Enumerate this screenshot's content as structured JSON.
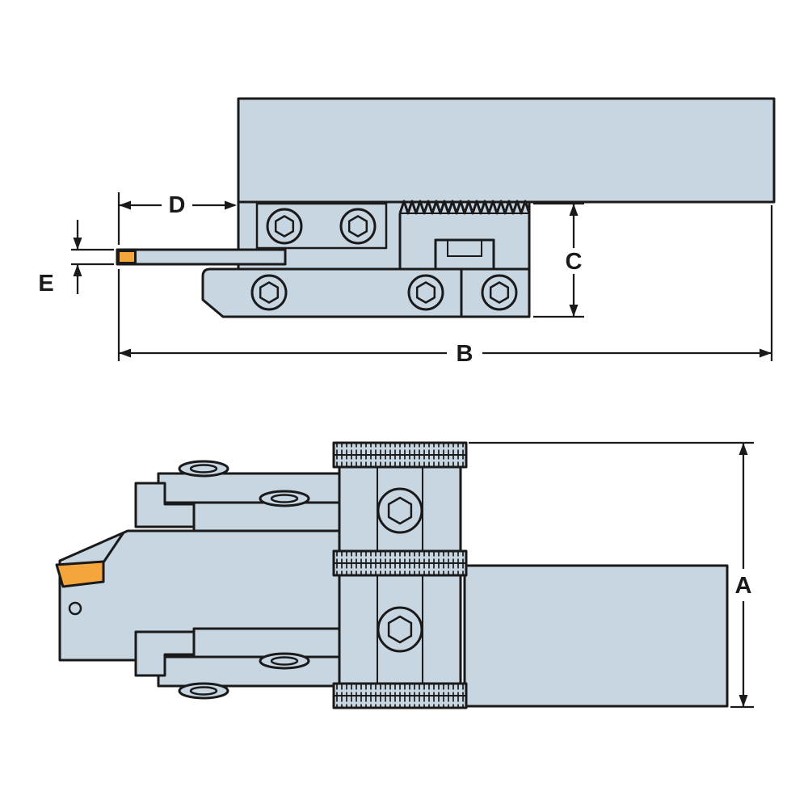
{
  "drawing": {
    "labels": {
      "A": "A",
      "B": "B",
      "C": "C",
      "D": "D",
      "E": "E"
    },
    "colors": {
      "part-fill": "#c8d6e2",
      "insert-fill": "#f4a63c",
      "line": "#1a1a1a",
      "dim": "#1a1a1a",
      "background": "#ffffff"
    }
  }
}
